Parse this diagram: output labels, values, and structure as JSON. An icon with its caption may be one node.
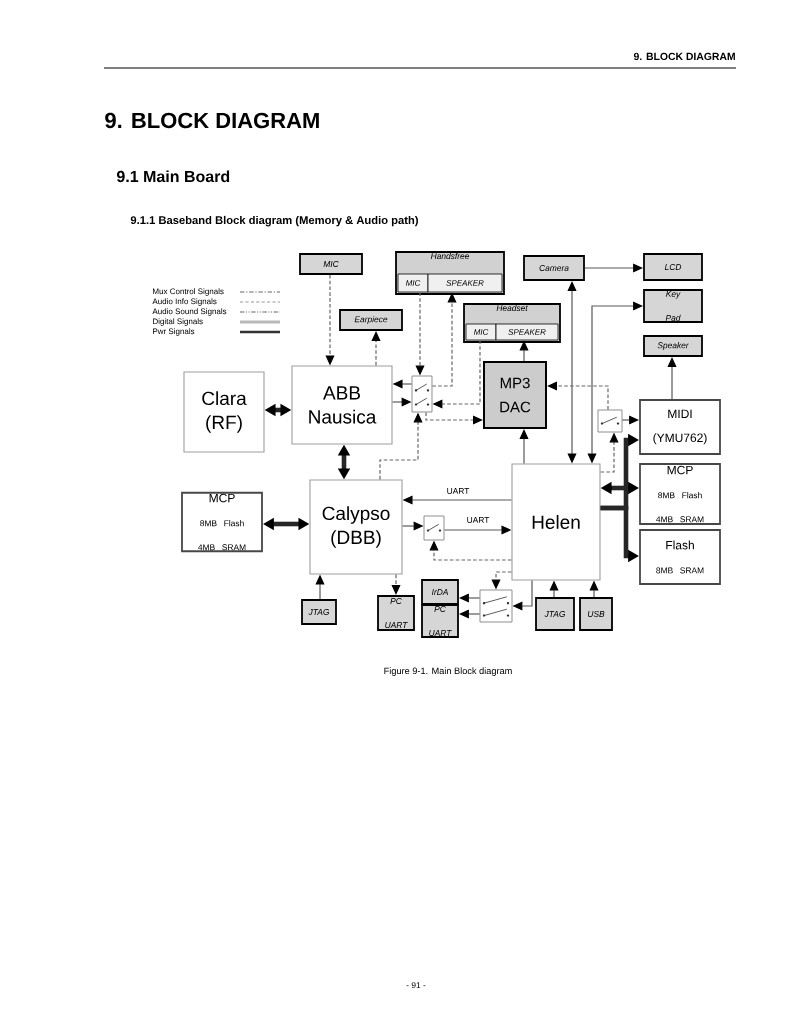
{
  "diagram": {
    "title": "9. BLOCK DIAGRAM",
    "caption": "Figure 9-1. Main Block diagram",
    "nodes": [
      {
        "text": [
          "MIC"
        ]
      },
      {
        "text": [
          "Handsfree"
        ]
      },
      {
        "text": [
          "MIC"
        ],
        "in": 1
      },
      {
        "text": [
          "SPEAKER"
        ],
        "in": 1
      },
      {
        "text": [
          "Camera"
        ]
      },
      {
        "text": [
          "LCD"
        ]
      },
      {
        "text": [
          "Earpiece"
        ]
      },
      {
        "text": [
          "Key Pad"
        ]
      },
      {
        "text": [
          "Headset"
        ]
      },
      {
        "text": [
          "MIC"
        ],
        "in": 8
      },
      {
        "text": [
          "SPEAKER"
        ],
        "in": 8
      },
      {
        "text": [
          "Speaker"
        ]
      },
      {
        "text": [
          "Clara (RF)"
        ]
      },
      {
        "text": [
          "ABB Nausica"
        ]
      },
      {
        "text": [],
        "shape": "switch"
      },
      {
        "text": [
          "MP3 DAC"
        ]
      },
      {
        "text": [],
        "shape": "switch"
      },
      {
        "text": [
          "MIDI (YMU762)"
        ]
      },
      {
        "text": [
          "MCP",
          "8MB Flash 4MB SRAM"
        ]
      },
      {
        "text": [
          "Calypso (DBB)"
        ]
      },
      {
        "text": [],
        "shape": "switch"
      },
      {
        "text": [
          "Helen"
        ]
      },
      {
        "text": [
          "MCP",
          "8MB Flash 4MB SRAM"
        ]
      },
      {
        "text": [
          "Flash",
          "8MB SRAM"
        ]
      },
      {
        "text": [
          "IrDA"
        ]
      },
      {
        "text": [
          "JTAG"
        ]
      },
      {
        "text": [
          "PC UART"
        ]
      },
      {
        "text": [
          "PC UART"
        ]
      },
      {
        "text": [],
        "shape": "switch"
      },
      {
        "text": [
          "JTAG"
        ]
      },
      {
        "text": [
          "USB"
        ]
      }
    ],
    "edges": [
      {
        "from": 0,
        "to": 13,
        "arrow": "to",
        "style": "dashed"
      },
      {
        "from": 13,
        "to": 6,
        "arrow": "to",
        "style": "dashed"
      },
      {
        "from": 12,
        "to": 13,
        "arrow": "both",
        "style": "thick"
      },
      {
        "from": 13,
        "to": 19,
        "arrow": "both",
        "style": "thick"
      },
      {
        "from": 2,
        "to": 14,
        "arrow": "to",
        "style": "dashed"
      },
      {
        "from": 14,
        "to": 3,
        "arrow": "to",
        "style": "dashed"
      },
      {
        "from": 9,
        "to": 14,
        "arrow": "to",
        "style": "dashed"
      },
      {
        "from": 15,
        "to": 10,
        "arrow": "to"
      },
      {
        "from": 14,
        "to": 13,
        "arrow": "to"
      },
      {
        "from": 13,
        "to": 14,
        "arrow": "to"
      },
      {
        "from": 14,
        "to": 15,
        "arrow": "to",
        "style": "dashed"
      },
      {
        "from": 4,
        "to": 5,
        "arrow": "to"
      },
      {
        "from": 4,
        "to": 21,
        "arrow": "both"
      },
      {
        "from": 21,
        "to": 7,
        "arrow": "both"
      },
      {
        "from": 21,
        "to": 15,
        "arrow": "to"
      },
      {
        "from": 21,
        "to": 17,
        "arrow": "to",
        "style": "thick"
      },
      {
        "from": 16,
        "to": 17,
        "arrow": "to"
      },
      {
        "from": 16,
        "to": 15,
        "arrow": "to",
        "style": "dashed"
      },
      {
        "from": 21,
        "to": 16,
        "arrow": "to",
        "style": "dashed"
      },
      {
        "from": 21,
        "to": 22,
        "arrow": "both",
        "style": "thick"
      },
      {
        "from": 21,
        "to": 23,
        "arrow": "to",
        "style": "thick"
      },
      {
        "from": 21,
        "to": 19,
        "arrow": "to",
        "label": "UART"
      },
      {
        "from": 19,
        "to": 20,
        "arrow": "to"
      },
      {
        "from": 20,
        "to": 21,
        "arrow": "to",
        "label": "UART"
      },
      {
        "from": 19,
        "to": 26,
        "arrow": "to",
        "style": "dashed"
      },
      {
        "from": 25,
        "to": 19,
        "arrow": "to"
      },
      {
        "from": 18,
        "to": 19,
        "arrow": "both",
        "style": "thick"
      },
      {
        "from": 28,
        "to": 24,
        "arrow": "to"
      },
      {
        "from": 28,
        "to": 27,
        "arrow": "to"
      },
      {
        "from": 21,
        "to": 28,
        "arrow": "to"
      },
      {
        "from": 29,
        "to": 21,
        "arrow": "to"
      },
      {
        "from": 30,
        "to": 21,
        "arrow": "to"
      },
      {
        "from": 21,
        "to": 20,
        "arrow": "to",
        "style": "dashed"
      },
      {
        "from": 21,
        "to": 28,
        "arrow": "to",
        "style": "dashed"
      },
      {
        "from": 17,
        "to": 11,
        "arrow": "to"
      },
      {
        "from": 19,
        "to": 14,
        "arrow": "to",
        "style": "dashed"
      }
    ],
    "labels": [
      "9. BLOCK DIAGRAM",
      "9.1 Main Board",
      "9.1.1 Baseband Block diagram (Memory & Audio path)",
      "- 91 -"
    ],
    "legend": [
      {
        "text": "Mux Control Signals"
      },
      {
        "text": "Audio Info Signals"
      },
      {
        "text": "Audio Sound Signals"
      },
      {
        "text": "Digital Signals"
      },
      {
        "text": "Pwr Signals"
      }
    ]
  }
}
